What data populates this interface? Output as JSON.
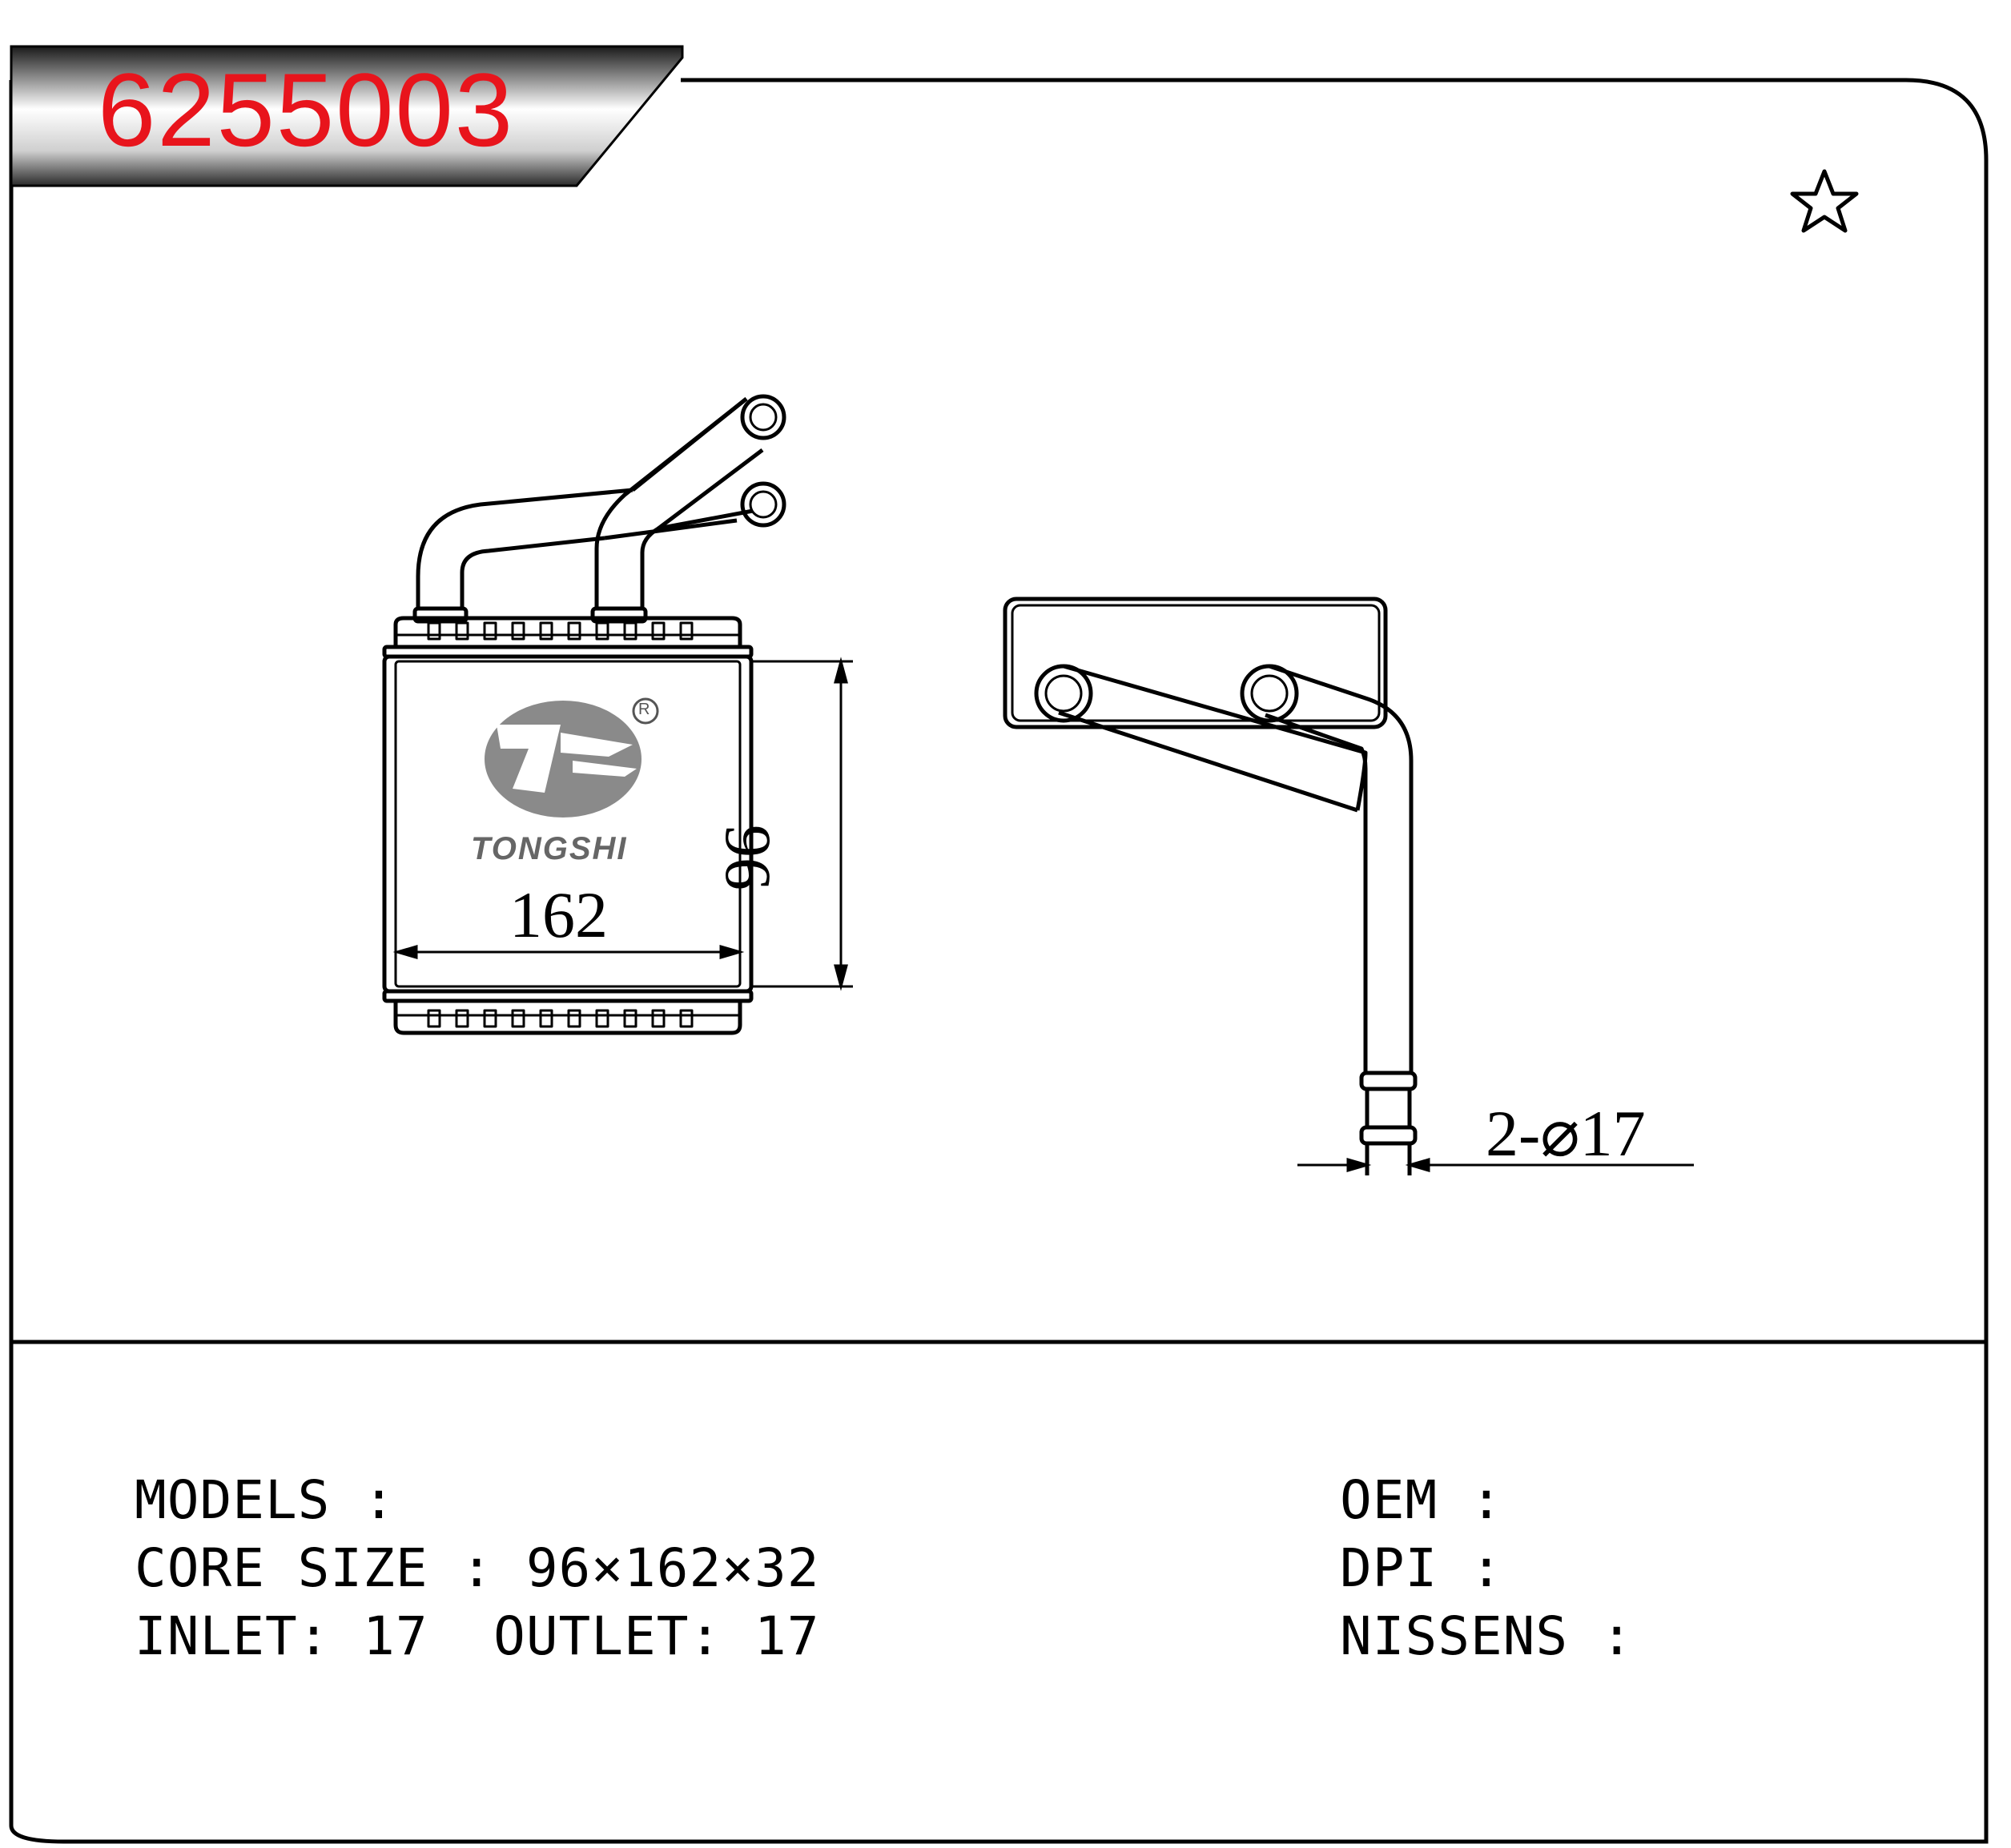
{
  "header": {
    "part_number": "6255003",
    "tab_gradient_colors": [
      "#1a1a1a",
      "#9a9a9a",
      "#ffffff"
    ],
    "part_number_color": "#e8141c"
  },
  "drawing": {
    "brand_logo_text": "TONGSHI",
    "registered_mark": "R",
    "dimension_width": "162",
    "dimension_height": "96",
    "dimension_pipe": "2-⌀17",
    "favorite_icon": "star-outline-icon"
  },
  "specs": {
    "models_label": "MODELS :",
    "core_size_label": "CORE SIZE : 96×162×32",
    "inlet_outlet_label": "INLET: 17  OUTLET: 17",
    "oem_label": "OEM :",
    "dpi_label": "DPI :",
    "nissens_label": "NISSENS :"
  }
}
